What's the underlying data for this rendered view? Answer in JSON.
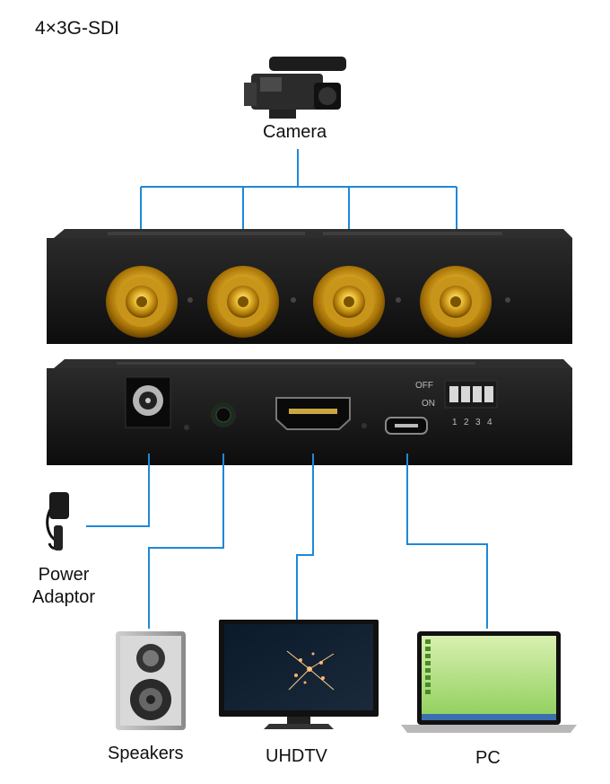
{
  "title": "4×3G-SDI",
  "devices": {
    "camera": {
      "label": "Camera",
      "icon": "video-camera-icon"
    },
    "power": {
      "line1": "Power",
      "line2": "Adaptor",
      "icon": "power-adapter-icon"
    },
    "speakers": {
      "label": "Speakers",
      "icon": "speaker-icon"
    },
    "uhdtv": {
      "label": "UHDTV",
      "icon": "monitor-icon"
    },
    "pc": {
      "label": "PC",
      "icon": "laptop-icon"
    }
  },
  "dip_switch": {
    "off_label": "OFF",
    "on_label": "ON",
    "numbers": [
      "1",
      "2",
      "3",
      "4"
    ]
  },
  "colors": {
    "connector_line": "#1e88d8",
    "chassis": "#161616",
    "bnc_gold": "#d6a419"
  }
}
